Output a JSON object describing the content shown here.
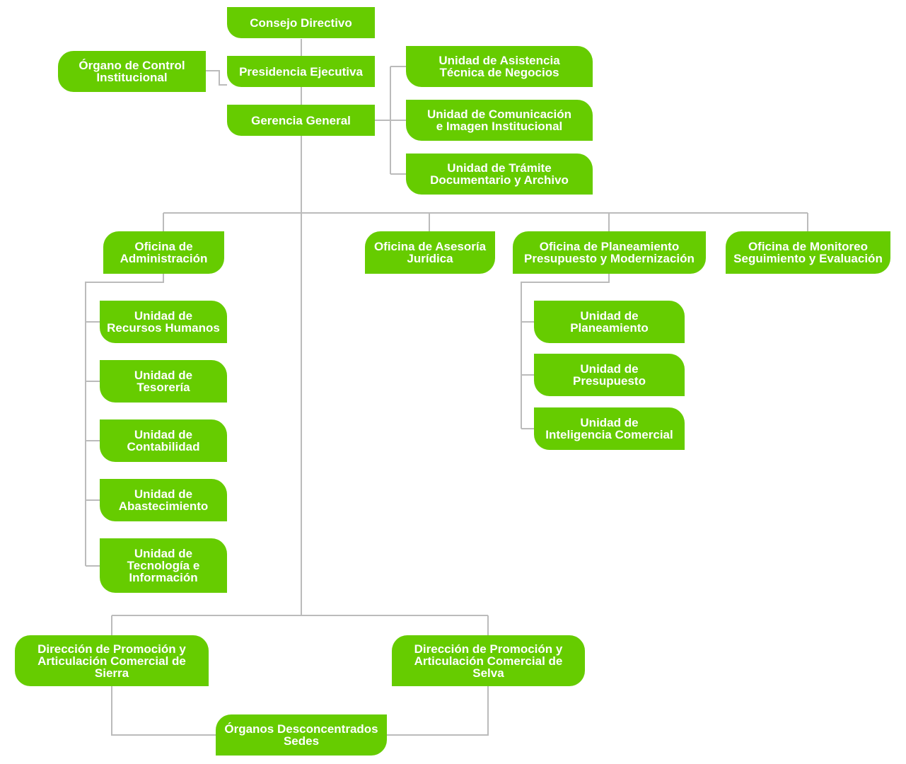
{
  "boxes": {
    "consejo": "Consejo Directivo",
    "presidencia": "Presidencia Ejecutiva",
    "gerencia": "Gerencia General",
    "organo_control": "Órgano de Control\nInstitucional",
    "asistencia": "Unidad de Asistencia\nTécnica de Negocios",
    "comunicacion": "Unidad de Comunicación\ne Imagen Institucional",
    "tramite": "Unidad de Trámite\nDocumentario y Archivo",
    "administracion": "Oficina de\nAdministración",
    "asesoria": "Oficina de Asesoría\nJurídica",
    "planeamiento_of": "Oficina de Planeamiento\nPresupuesto y Modernización",
    "monitoreo": "Oficina de Monitoreo\nSeguimiento y Evaluación",
    "rrhh": "Unidad de\nRecursos Humanos",
    "tesoreria": "Unidad de\nTesorería",
    "contabilidad": "Unidad de\nContabilidad",
    "abastecimiento": "Unidad de\nAbastecimiento",
    "tecnologia": "Unidad de\nTecnología e\nInformación",
    "u_planeamiento": "Unidad de\nPlaneamiento",
    "u_presupuesto": "Unidad de\nPresupuesto",
    "u_inteligencia": "Unidad de\nInteligencia Comercial",
    "sierra": "Dirección de Promoción y\nArticulación Comercial de\nSierra",
    "selva": "Dirección de Promoción y\nArticulación Comercial de\nSelva",
    "desconcentrados": "Órganos Desconcentrados\nSedes"
  },
  "colors": {
    "box": "#66cc00",
    "text": "#ffffff",
    "connector": "#bbbbbb"
  }
}
